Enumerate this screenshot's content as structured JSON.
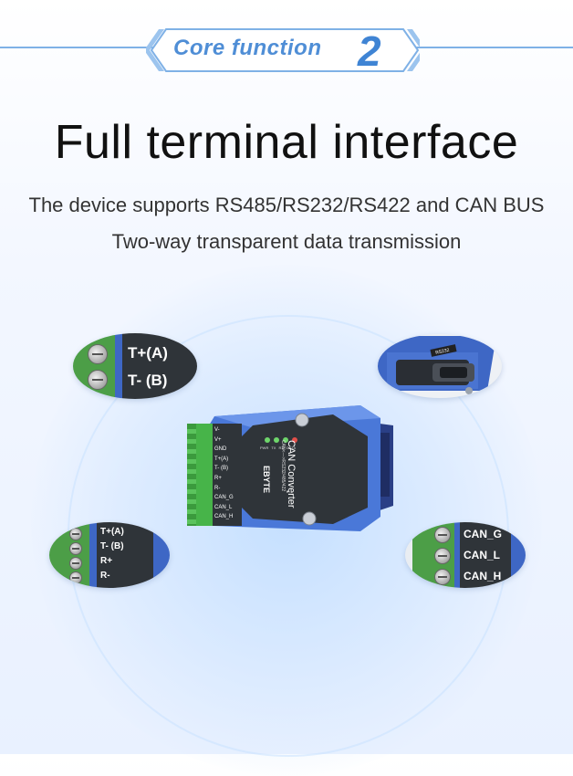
{
  "header": {
    "badge_text": "Core function",
    "badge_number": "2"
  },
  "title": "Full terminal interface",
  "subtitle_line1": "The device supports RS485/RS232/RS422 and CAN BUS",
  "subtitle_line2": "Two-way transparent data transmission",
  "callouts": {
    "top_left": [
      "T+(A)",
      "T- (B)"
    ],
    "bottom_left": [
      "T+(A)",
      "T- (B)",
      "R+",
      "R-"
    ],
    "bottom_right": [
      "CAN_G",
      "CAN_L",
      "CAN_H"
    ]
  },
  "device": {
    "name": "CAN Converter",
    "model": "CAN<—>RS232/485/422",
    "brand": "EBYTE",
    "pins": [
      "V-",
      "V+",
      "GND",
      "T+(A)",
      "T- (B)",
      "R+",
      "R-",
      "CAN_G",
      "CAN_L",
      "CAN_H"
    ],
    "leds": [
      "PWR",
      "TX",
      "RX",
      "DATA"
    ],
    "port_label": "RS232"
  },
  "colors": {
    "accent": "#4f8ed6",
    "terminal_green": "#4c9e47",
    "device_blue": "#3e67c5",
    "panel_dark": "#2f3439"
  }
}
